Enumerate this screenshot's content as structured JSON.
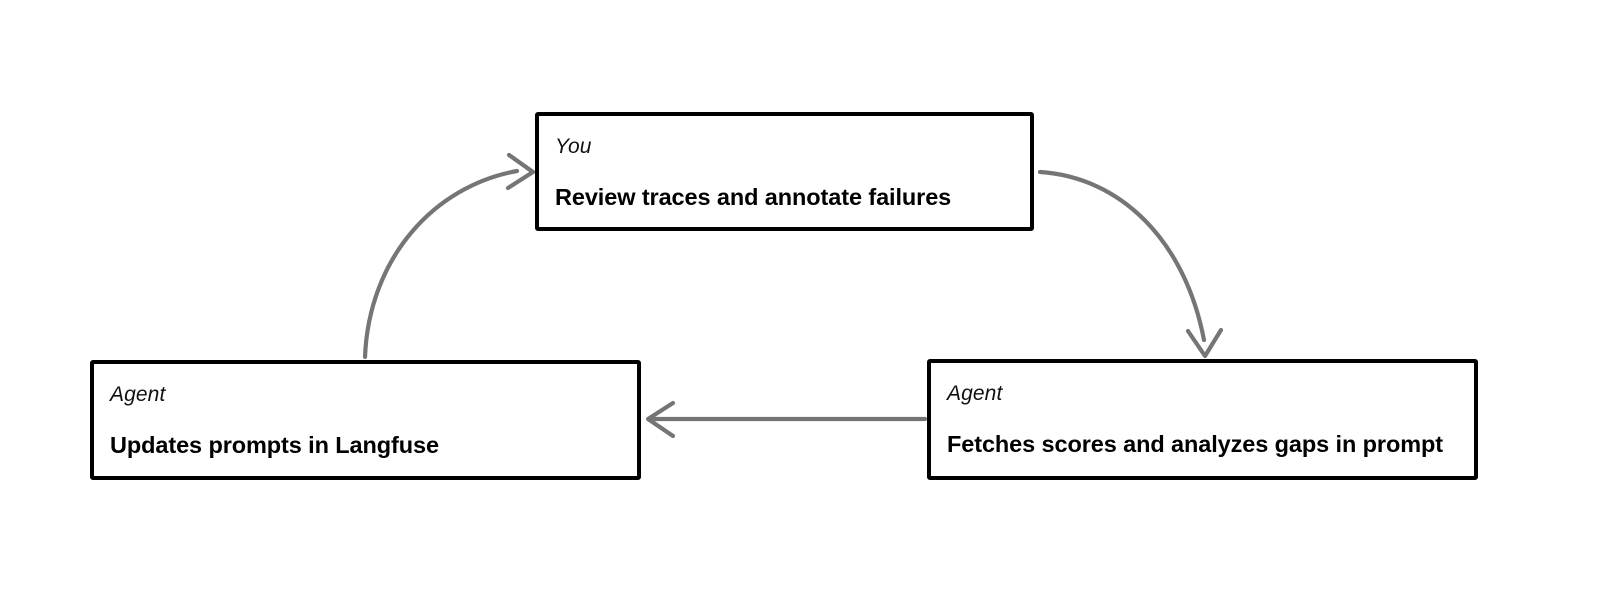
{
  "diagram": {
    "type": "cycle-flow",
    "background_color": "#ffffff",
    "node_border_color": "#000000",
    "arrow_color": "#757575",
    "nodes": [
      {
        "id": "review",
        "role": "You",
        "title": "Review traces and annotate failures",
        "position": "top-center"
      },
      {
        "id": "fetch",
        "role": "Agent",
        "title": "Fetches scores and analyzes gaps in prompt",
        "position": "bottom-right"
      },
      {
        "id": "update",
        "role": "Agent",
        "title": "Updates prompts in Langfuse",
        "position": "bottom-left"
      }
    ],
    "edges": [
      {
        "id": "review-to-fetch",
        "from": "review",
        "to": "fetch",
        "shape": "curve-right-down"
      },
      {
        "id": "fetch-to-update",
        "from": "fetch",
        "to": "update",
        "shape": "straight-left"
      },
      {
        "id": "update-to-review",
        "from": "update",
        "to": "review",
        "shape": "curve-left-up"
      }
    ]
  }
}
